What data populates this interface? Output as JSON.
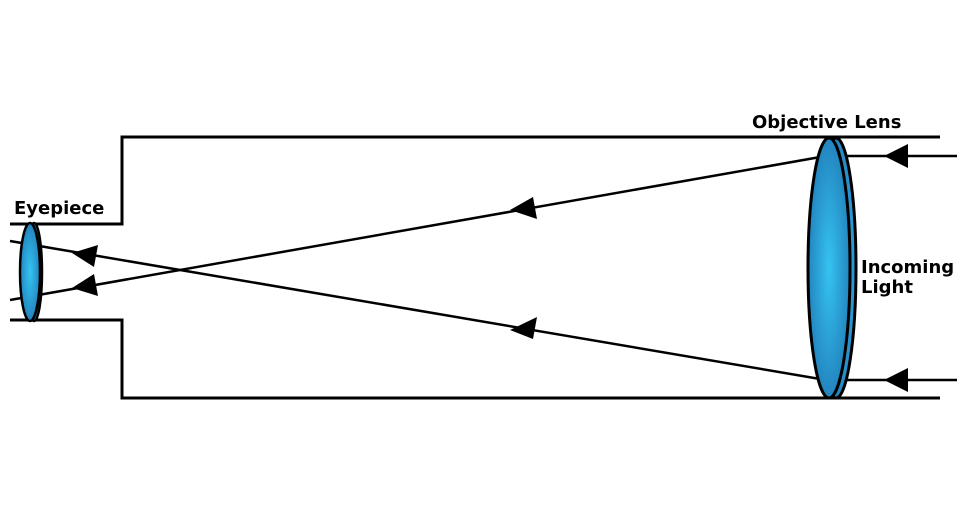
{
  "labels": {
    "objective_lens": "Objective Lens",
    "eyepiece": "Eyepiece",
    "incoming_light_line1": "Incoming",
    "incoming_light_line2": "Light"
  },
  "colors": {
    "lens_fill_center": "#35c3f2",
    "lens_fill_edge": "#1f78b4",
    "outline": "#000000",
    "background": "#ffffff"
  }
}
